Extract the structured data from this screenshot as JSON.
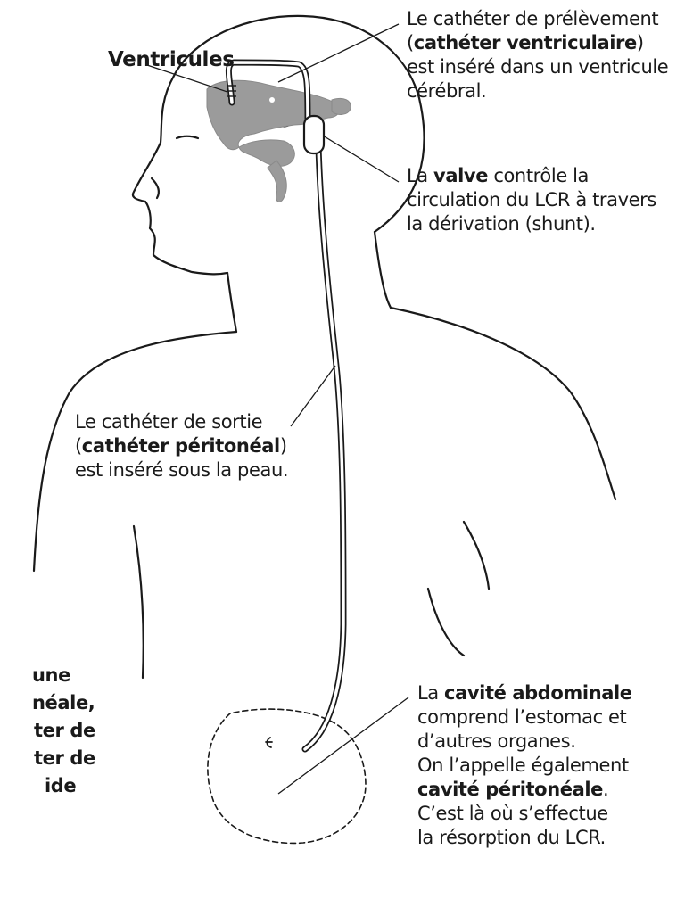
{
  "labels": {
    "ventricles": "Ventricules",
    "proximal": {
      "l1": "Le cathéter de prélèvement",
      "l2_open": "(",
      "l2_bold": "cathéter ventriculaire",
      "l2_close": ")",
      "l3": "est inséré dans un ventricule",
      "l4": "cérébral."
    },
    "valve": {
      "l1_pre": "La ",
      "l1_bold": "valve",
      "l1_post": " contrôle la",
      "l2": "circulation du LCR à travers",
      "l3": "la dérivation (shunt)."
    },
    "distal": {
      "l1": "Le cathéter de sortie",
      "l2_open": "(",
      "l2_bold": "cathéter péritonéal",
      "l2_close": ")",
      "l3": "est inséré sous la peau."
    },
    "abdomen": {
      "l1_pre": "La ",
      "l1_bold": "cavité abdominale",
      "l2": "comprend l’estomac et",
      "l3": "d’autres organes.",
      "l4": "On l’appelle également",
      "l5_bold": "cavité péritonéale",
      "l5_post": ".",
      "l6": "C’est là où s’effectue",
      "l7": "la résorption du LCR."
    },
    "side_fragment": {
      "l1": "une",
      "l2": "néale,",
      "l3": "ter de",
      "l4": "ter de",
      "l5": "ide"
    }
  },
  "colors": {
    "ventricle_fill": "#9b9b9b",
    "outline": "#1a1a1a",
    "catheter": "#1a1a1a",
    "background": "#ffffff"
  }
}
